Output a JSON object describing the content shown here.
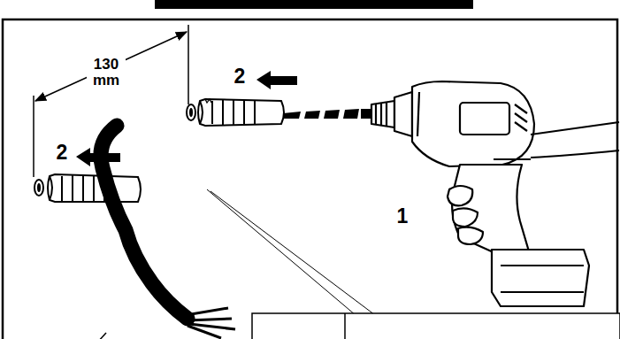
{
  "diagram": {
    "labels": [
      "130 mm",
      "2",
      "2",
      "1"
    ]
  }
}
